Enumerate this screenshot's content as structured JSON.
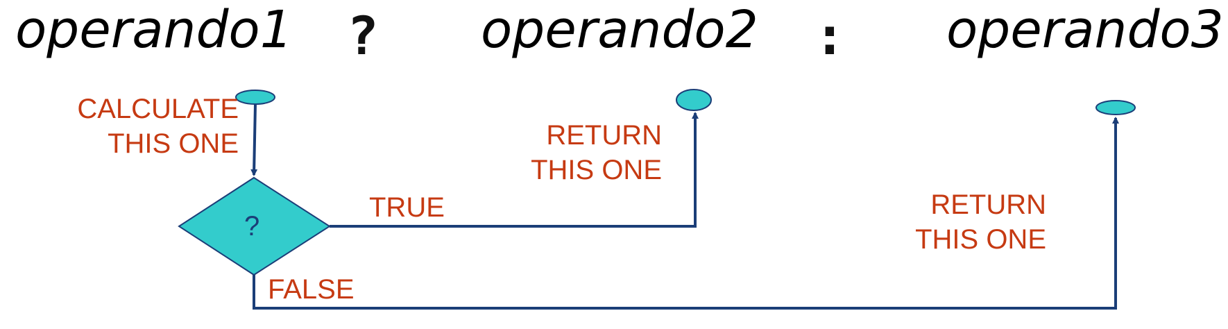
{
  "expression": {
    "operand1": "operando1",
    "question_symbol": "?",
    "operand2": "operando2",
    "colon_symbol": ":",
    "operand3": "operando3"
  },
  "flow": {
    "calculate_line1": "CALCULATE",
    "calculate_line2": "THIS ONE",
    "condition_symbol": "?",
    "true_label": "TRUE",
    "false_label": "FALSE",
    "return2_line1": "RETURN",
    "return2_line2": "THIS ONE",
    "return3_line1": "RETURN",
    "return3_line2": "THIS ONE"
  },
  "colors": {
    "node_fill": "#33cccc",
    "line": "#1b3e78",
    "label": "#c63a12",
    "text": "#000000"
  }
}
